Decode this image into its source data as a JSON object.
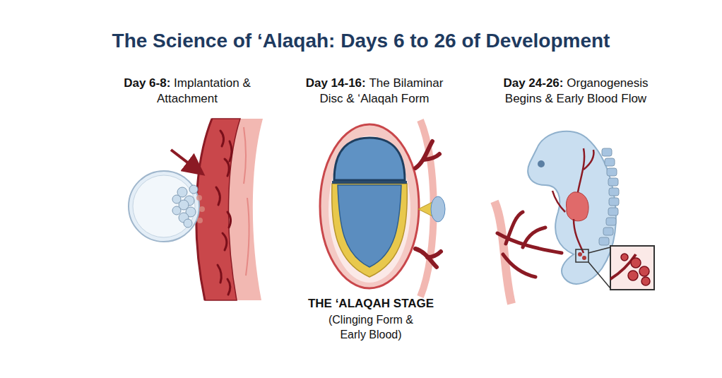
{
  "diagram": {
    "title": "The Science of ‘Alaqah: Days 6 to 26 of Development",
    "labels": [
      "Day 6-8:",
      "Implantation & Attachment",
      "Day 14-16:",
      "The Bilaminar Disc & ‘Alaqah Form",
      "Day 24-26:",
      "Organogenesis Begins & Early Blood Flow",
      "THE ‘ALAQAH STAGE",
      "(Clinging Form & Early Blood)"
    ]
  }
}
